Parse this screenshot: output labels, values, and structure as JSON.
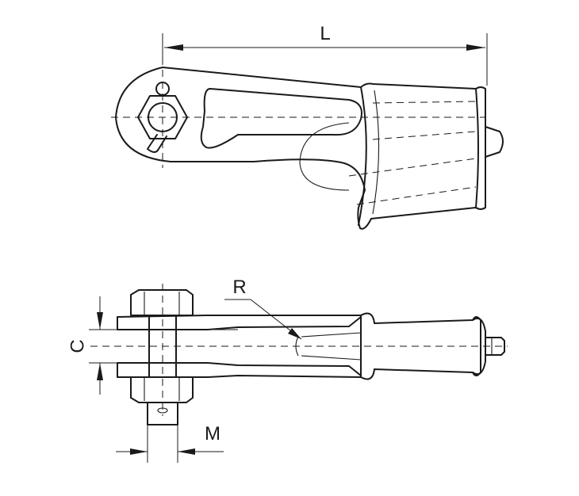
{
  "labels": {
    "length": "L",
    "radius": "R",
    "clearance": "C",
    "thread": "M"
  }
}
